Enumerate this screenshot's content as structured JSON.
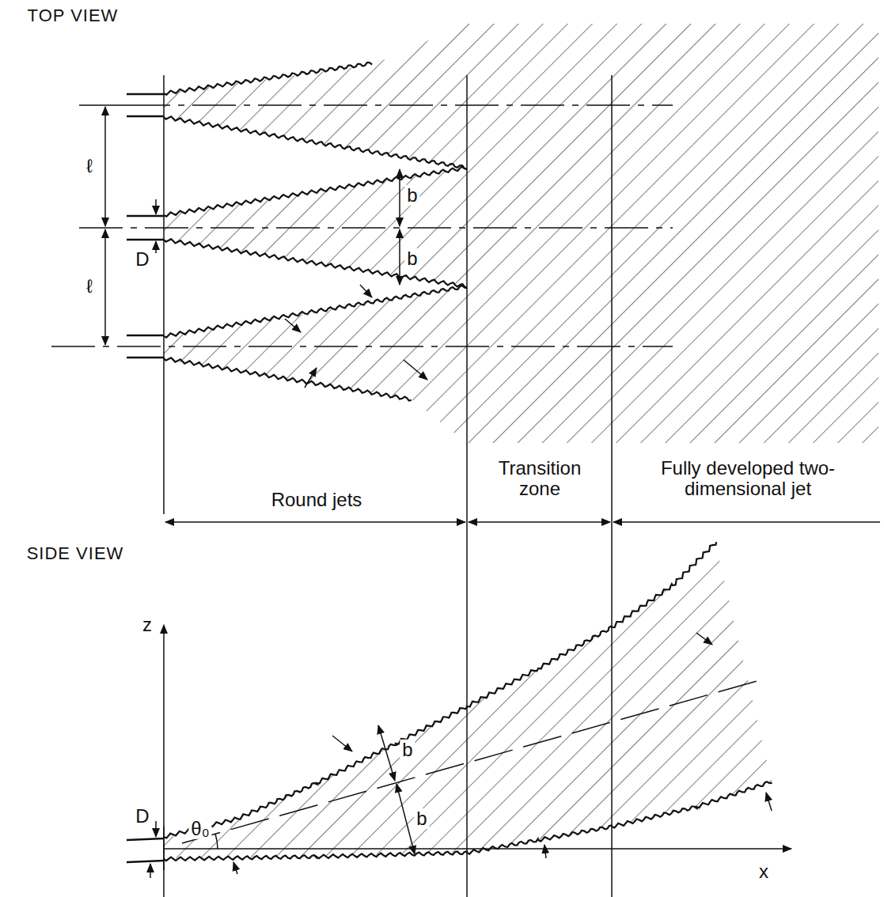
{
  "diagram": {
    "labels": [
      "TOP VIEW",
      "ℓ",
      "ℓ",
      "D",
      "b",
      "b",
      "Round jets",
      "Transition zone",
      "Fully developed two-dimensional jet",
      "SIDE VIEW",
      "z",
      "D",
      "θ₀",
      "b",
      "b",
      "x"
    ]
  }
}
